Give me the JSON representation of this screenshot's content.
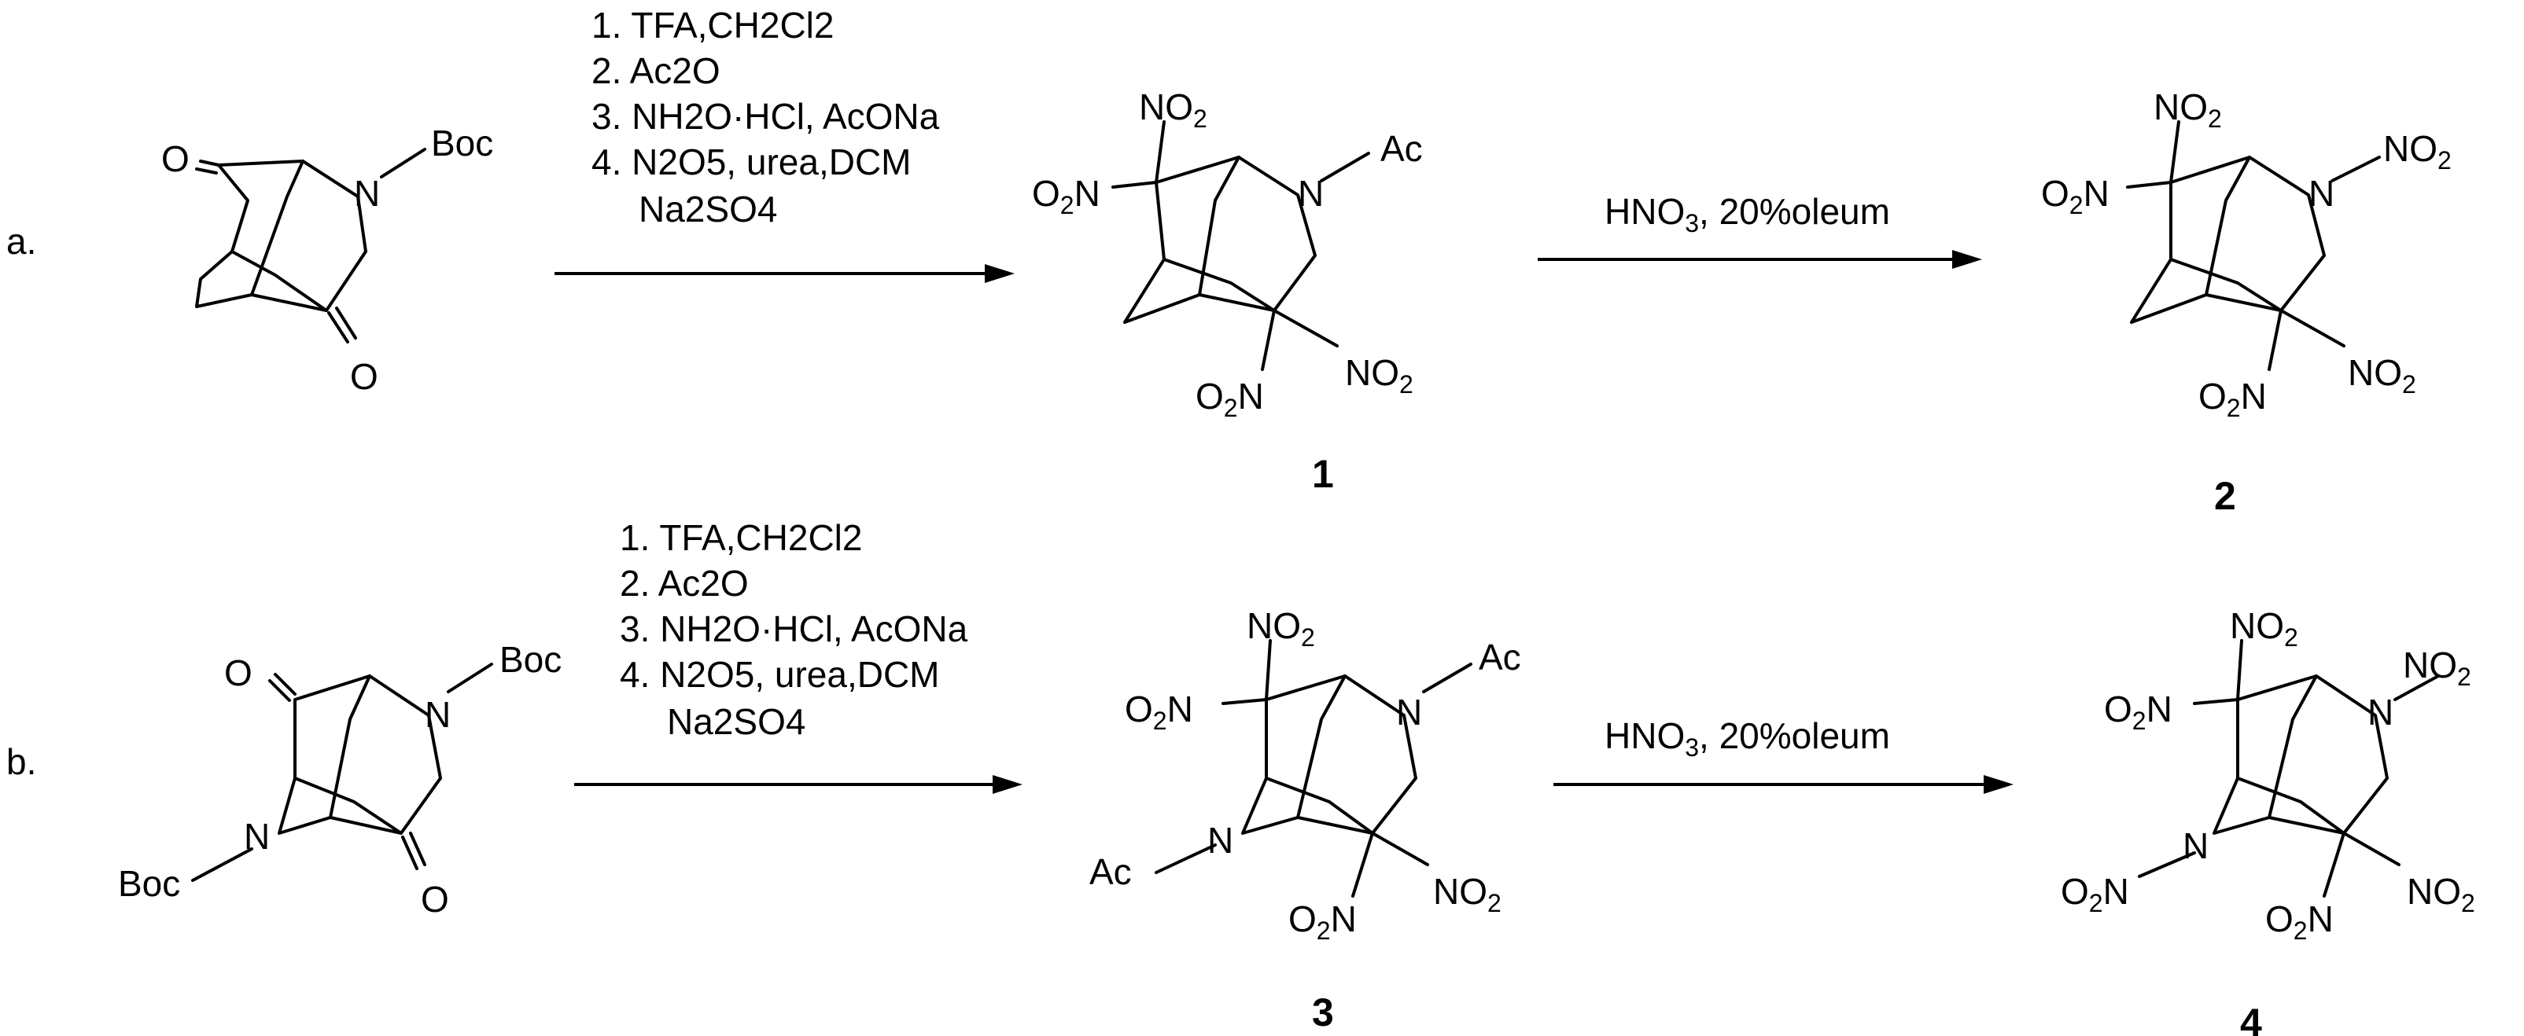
{
  "rows": [
    {
      "row_label": "a.",
      "start": {
        "labels": [
          "O",
          "Boc",
          "N",
          "O"
        ]
      },
      "step1": {
        "conditions": [
          "1. TFA,CH2Cl2",
          "2. Ac2O",
          "3. NH2O·HCl, AcONa",
          "4. N2O5, urea,DCM",
          "Na2SO4"
        ],
        "product_number": "1",
        "labels": [
          "NO2",
          "Ac",
          "O2N",
          "N",
          "O2N",
          "NO2"
        ]
      },
      "step2": {
        "conditions": [
          "HNO3, 20%oleum"
        ],
        "product_number": "2",
        "labels": [
          "NO2",
          "NO2",
          "O2N",
          "N",
          "O2N",
          "NO2"
        ]
      }
    },
    {
      "row_label": "b.",
      "start": {
        "labels": [
          "O",
          "Boc",
          "N",
          "N",
          "Boc",
          "O"
        ]
      },
      "step1": {
        "conditions": [
          "1. TFA,CH2Cl2",
          "2. Ac2O",
          "3. NH2O·HCl, AcONa",
          "4. N2O5, urea,DCM",
          "Na2SO4"
        ],
        "product_number": "3",
        "labels": [
          "NO2",
          "Ac",
          "O2N",
          "N",
          "Ac",
          "N",
          "O2N",
          "NO2"
        ]
      },
      "step2": {
        "conditions": [
          "HNO3, 20%oleum"
        ],
        "product_number": "4",
        "labels": [
          "NO2",
          "NO2",
          "O2N",
          "N",
          "N",
          "O2N",
          "O2N",
          "NO2"
        ]
      }
    }
  ]
}
